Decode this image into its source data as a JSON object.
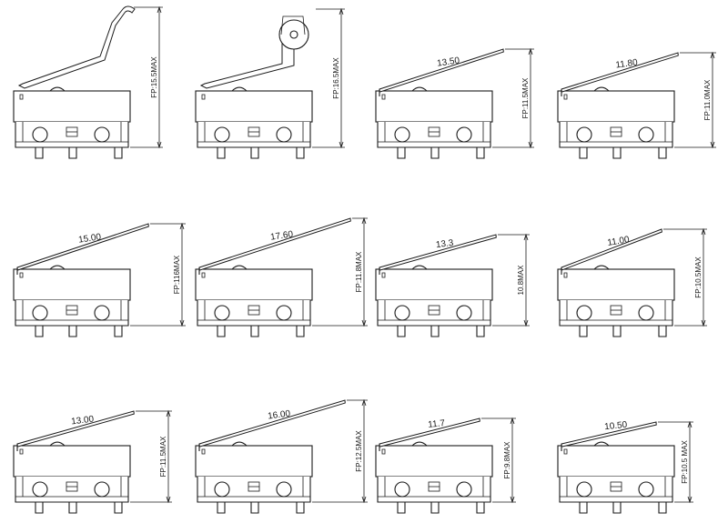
{
  "colors": {
    "line": "#1a1a1a",
    "background": "#ffffff"
  },
  "switches": [
    {
      "actuator": "hook-lever",
      "length_label": "",
      "height_label": "FP:15.5MAX"
    },
    {
      "actuator": "roller-lever",
      "length_label": "",
      "height_label": "FP:16.5MAX"
    },
    {
      "actuator": "lever",
      "length_label": "13.50",
      "height_label": "FP:11.5MAX"
    },
    {
      "actuator": "lever",
      "length_label": "11.80",
      "height_label": "FP:11.0MAX"
    },
    {
      "actuator": "lever",
      "length_label": "15.00",
      "height_label": "FP:116MAX"
    },
    {
      "actuator": "lever",
      "length_label": "17.60",
      "height_label": "FP:11.8MAX"
    },
    {
      "actuator": "lever",
      "length_label": "13.3",
      "height_label": "10.8MAX"
    },
    {
      "actuator": "lever",
      "length_label": "11.00",
      "height_label": "FP:10.5MAX"
    },
    {
      "actuator": "lever",
      "length_label": "13.00",
      "height_label": "FP:11.5MAX"
    },
    {
      "actuator": "lever",
      "length_label": "16.00",
      "height_label": "FP:12.5MAX"
    },
    {
      "actuator": "lever",
      "length_label": "11.7",
      "height_label": "FP:9.8MAX"
    },
    {
      "actuator": "lever",
      "length_label": "10.50",
      "height_label": "FP:10.5 MAX"
    }
  ]
}
